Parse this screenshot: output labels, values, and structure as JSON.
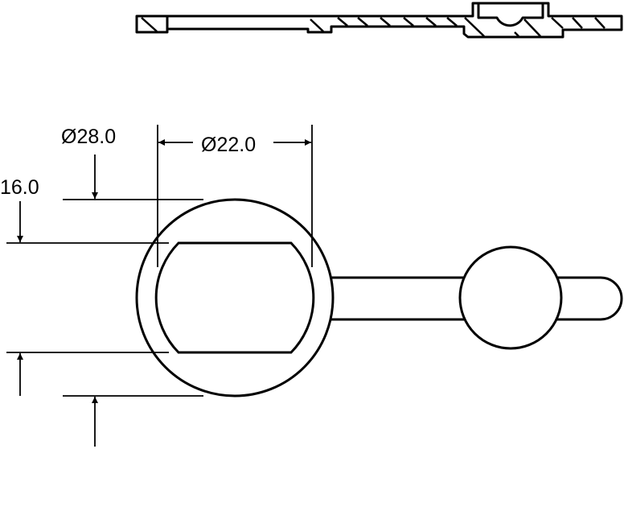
{
  "drawing": {
    "dimensions": {
      "outer_diameter": "Ø28.0",
      "inner_diameter": "Ø22.0",
      "flat_width": "16.0"
    },
    "colors": {
      "line": "#000000",
      "background": "#ffffff"
    }
  }
}
